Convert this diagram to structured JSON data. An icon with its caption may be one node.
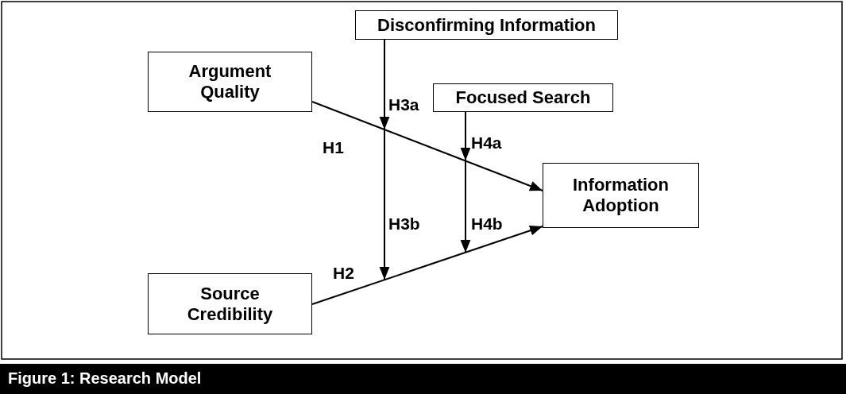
{
  "diagram": {
    "caption": "Figure 1: Research Model",
    "nodes": [
      {
        "text": [
          "Disconfirming Information"
        ]
      },
      {
        "text": [
          "Argument Quality"
        ]
      },
      {
        "text": [
          "Focused Search"
        ]
      },
      {
        "text": [
          "Information Adoption"
        ]
      },
      {
        "text": [
          "Source Credibility"
        ]
      }
    ],
    "edges": [
      {
        "from": 1,
        "to": 3,
        "arrow": "to",
        "label": "H1"
      },
      {
        "from": 4,
        "to": 3,
        "arrow": "to",
        "label": "H2"
      },
      {
        "from": 0,
        "to": null,
        "arrow": "to",
        "label": "H3a"
      },
      {
        "from": 0,
        "to": null,
        "arrow": "to",
        "label": "H3b"
      },
      {
        "from": 2,
        "to": null,
        "arrow": "to",
        "label": "H4a"
      },
      {
        "from": 2,
        "to": null,
        "arrow": "to",
        "label": "H4b"
      }
    ]
  }
}
